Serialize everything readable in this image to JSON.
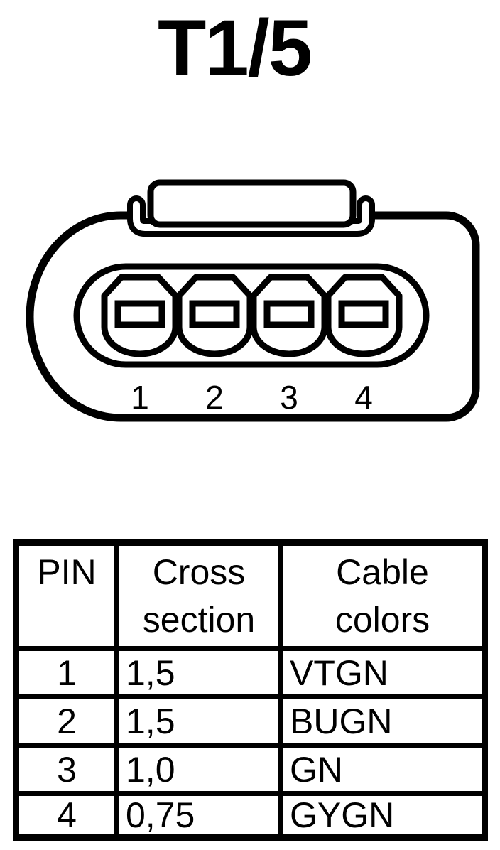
{
  "title": "T1/5",
  "colors": {
    "line": "#000000",
    "background": "#ffffff"
  },
  "connector": {
    "pin_count": 4,
    "pin_labels": [
      "1",
      "2",
      "3",
      "4"
    ]
  },
  "table": {
    "headers": [
      "PIN",
      "Cross section",
      "Cable colors"
    ],
    "rows": [
      {
        "pin": "1",
        "cross_section": "1,5",
        "cable_colors": "VTGN"
      },
      {
        "pin": "2",
        "cross_section": "1,5",
        "cable_colors": "BUGN"
      },
      {
        "pin": "3",
        "cross_section": "1,0",
        "cable_colors": "GN"
      },
      {
        "pin": "4",
        "cross_section": "0,75",
        "cable_colors": "GYGN"
      }
    ]
  }
}
